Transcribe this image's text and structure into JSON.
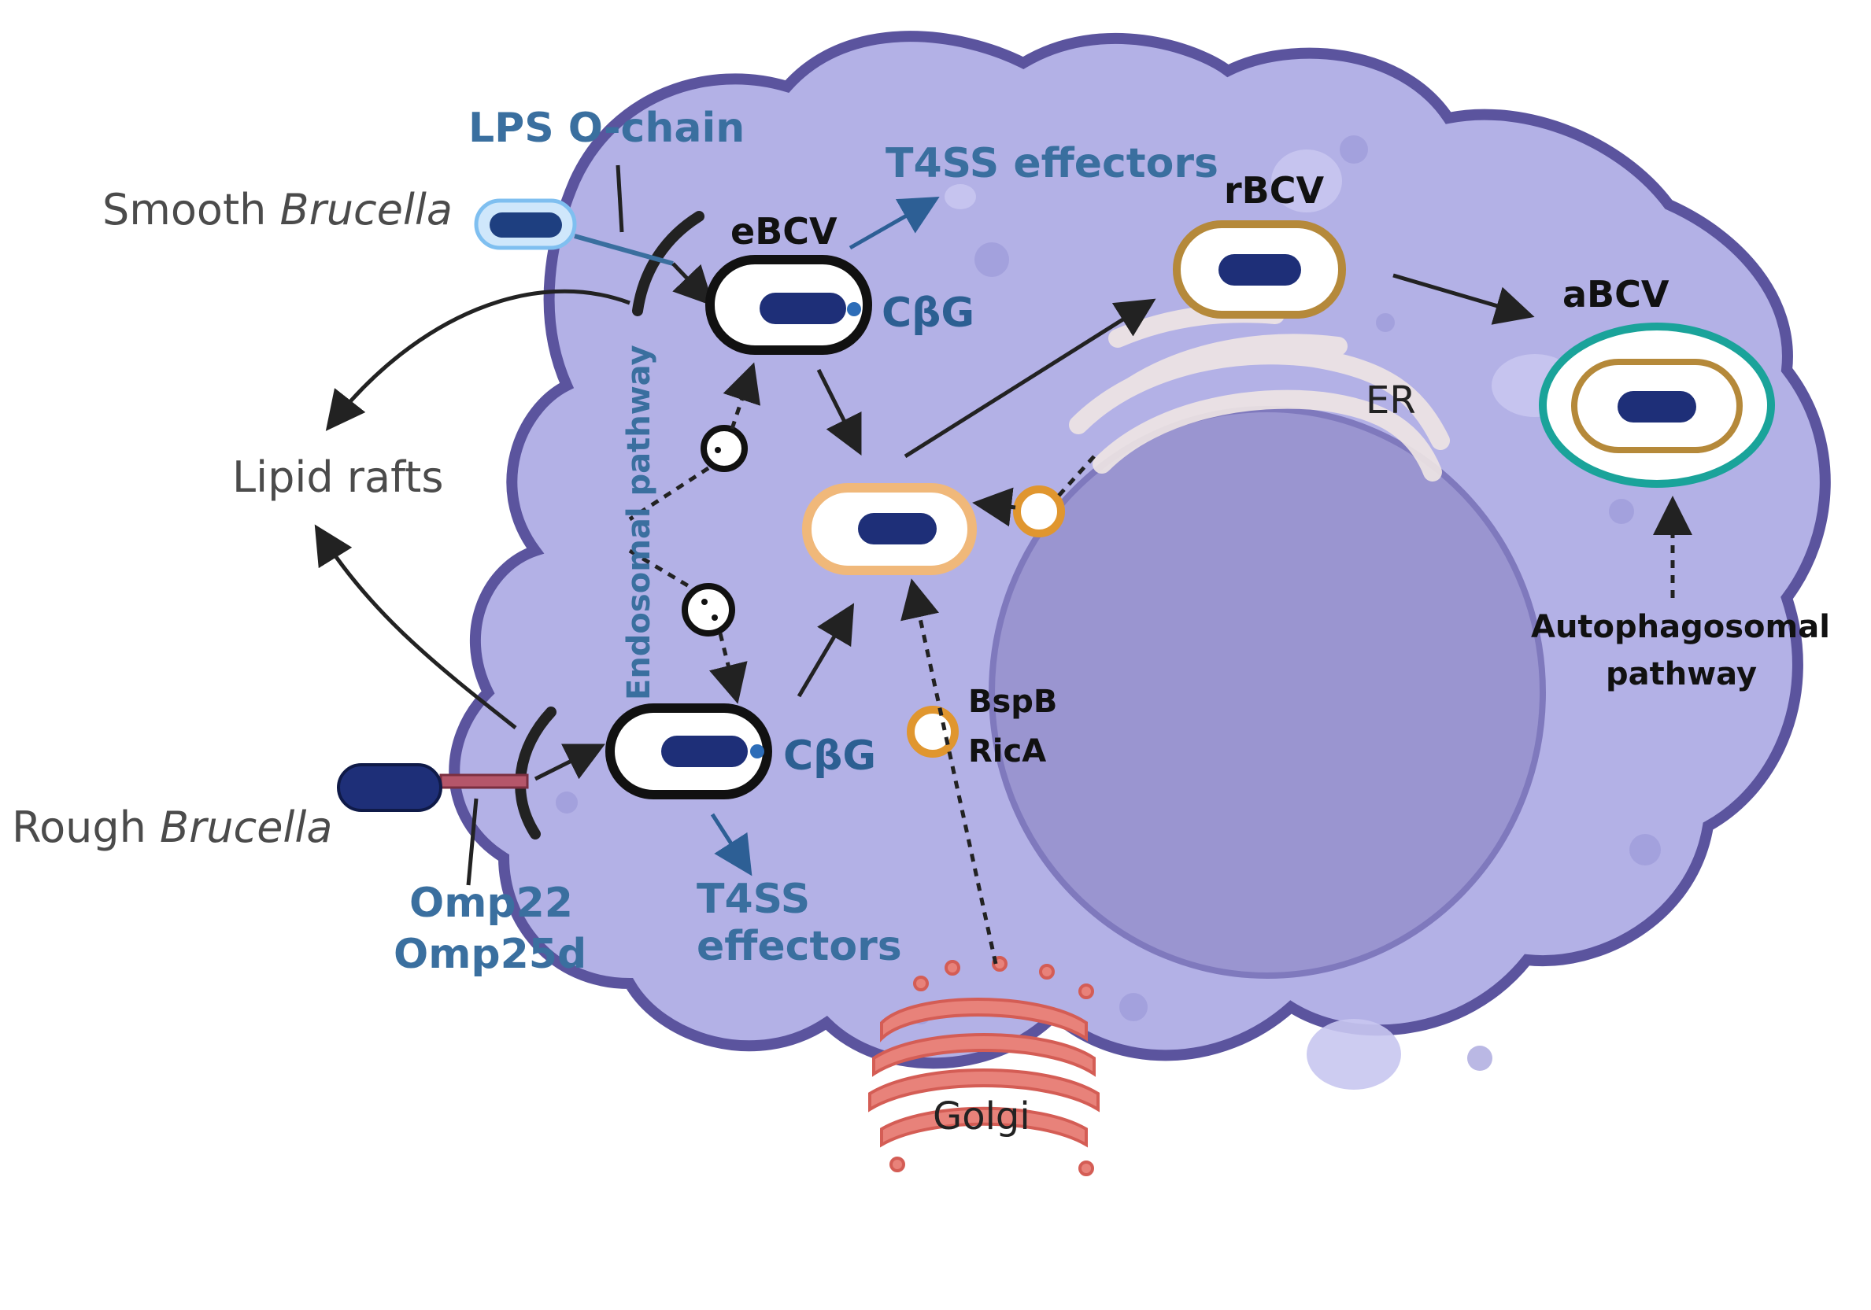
{
  "labels": {
    "lps_o_chain": "LPS O-chain",
    "smooth_prefix": "Smooth ",
    "smooth_italic": "Brucella",
    "rough_prefix": "Rough ",
    "rough_italic": "Brucella",
    "lipid_rafts": "Lipid rafts",
    "omp22": "Omp22",
    "omp25d": "Omp25d",
    "t4ss_top": "T4SS effectors",
    "t4ss_bottom_1": "T4SS",
    "t4ss_bottom_2": "effectors",
    "ebcv": "eBCV",
    "cbg_top": "CβG",
    "cbg_bottom": "CβG",
    "endosomal": "Endosomal pathway",
    "rbcv": "rBCV",
    "abcv": "aBCV",
    "er": "ER",
    "bspb": "BspB",
    "rica": "RicA",
    "golgi": "Golgi",
    "autophagosomal_1": "Autophagosomal",
    "autophagosomal_2": "pathway"
  },
  "colors": {
    "cytoplasm": "#b3b1e6",
    "cell_outline": "#5b549e",
    "nucleus": "#9a95d0",
    "bacterium": "#1e2f78",
    "accent_blue": "#3a6f9f",
    "orange_membrane": "#e0962f",
    "teal_membrane": "#1aa39a",
    "golgi": "#e8827a"
  }
}
